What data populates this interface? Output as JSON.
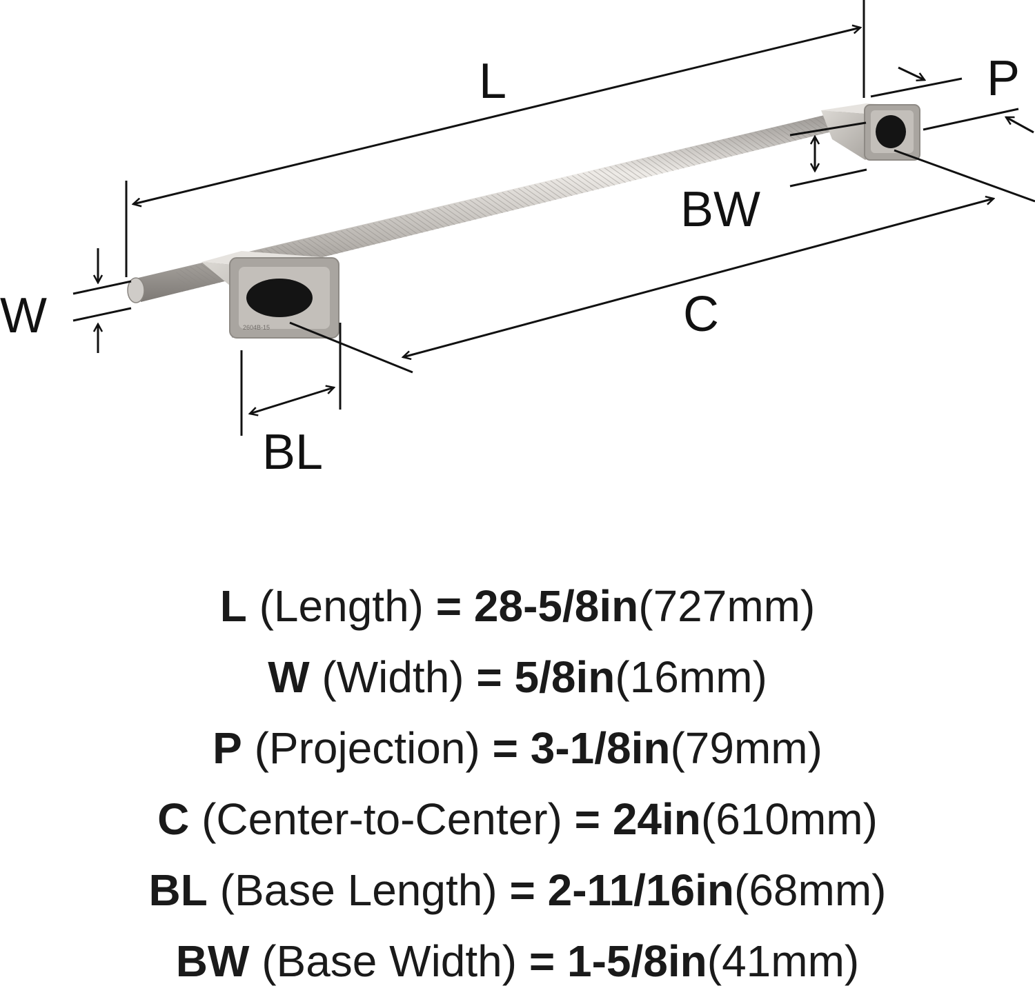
{
  "diagram": {
    "labels": {
      "L": "L",
      "P": "P",
      "BW": "BW",
      "W": "W",
      "C": "C",
      "BL": "BL"
    },
    "base_marking": "2604B-15"
  },
  "specs": [
    {
      "code": "L",
      "name": "(Length)",
      "eq": "=",
      "imperial": "28-5/8in",
      "metric": "(727mm)"
    },
    {
      "code": "W",
      "name": "(Width)",
      "eq": "=",
      "imperial": "5/8in",
      "metric": "(16mm)"
    },
    {
      "code": "P",
      "name": "(Projection)",
      "eq": "=",
      "imperial": "3-1/8in",
      "metric": "(79mm)"
    },
    {
      "code": "C",
      "name": "(Center-to-Center)",
      "eq": "=",
      "imperial": "24in",
      "metric": "(610mm)"
    },
    {
      "code": "BL",
      "name": "(Base Length)",
      "eq": "=",
      "imperial": "2-11/16in",
      "metric": "(68mm)"
    },
    {
      "code": "BW",
      "name": "(Base Width)",
      "eq": "=",
      "imperial": "1-5/8in",
      "metric": "(41mm)"
    }
  ],
  "colors": {
    "text": "#111111",
    "metal_light": "#e2dfdb",
    "metal_mid": "#b9b5b0",
    "metal_dark": "#8d8985",
    "hole": "#141414"
  }
}
